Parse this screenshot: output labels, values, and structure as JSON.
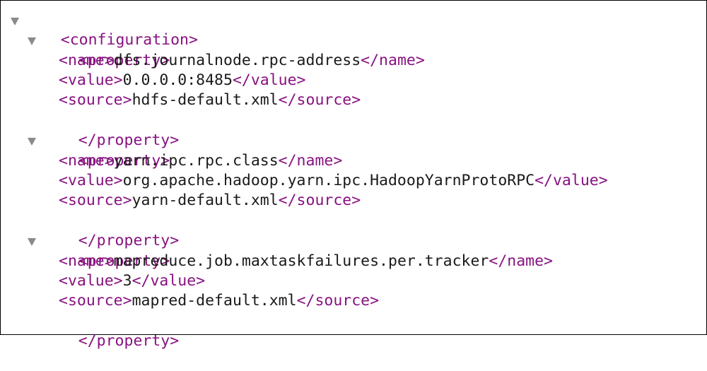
{
  "root": {
    "open_tag": "<configuration>"
  },
  "properties": [
    {
      "open_tag": "<property>",
      "close_tag": "</property>",
      "name_open": "<name>",
      "name": "dfs.journalnode.rpc-address",
      "name_close": "</name>",
      "value_open": "<value>",
      "value": "0.0.0.0:8485",
      "value_close": "</value>",
      "source_open": "<source>",
      "source": "hdfs-default.xml",
      "source_close": "</source>"
    },
    {
      "open_tag": "<property>",
      "close_tag": "</property>",
      "name_open": "<name>",
      "name": "yarn.ipc.rpc.class",
      "name_close": "</name>",
      "value_open": "<value>",
      "value": "org.apache.hadoop.yarn.ipc.HadoopYarnProtoRPC",
      "value_close": "</value>",
      "source_open": "<source>",
      "source": "yarn-default.xml",
      "source_close": "</source>"
    },
    {
      "open_tag": "<property>",
      "close_tag": "</property>",
      "name_open": "<name>",
      "name": "mapreduce.job.maxtaskfailures.per.tracker",
      "name_close": "</name>",
      "value_open": "<value>",
      "value": "3",
      "value_close": "</value>",
      "source_open": "<source>",
      "source": "mapred-default.xml",
      "source_close": "</source>"
    }
  ],
  "colors": {
    "tag": "#881280",
    "text": "#1a1a1a",
    "toggle": "#8a8a8a",
    "background": "#ffffff"
  },
  "icons": {
    "toggle": "triangle-down-icon"
  }
}
